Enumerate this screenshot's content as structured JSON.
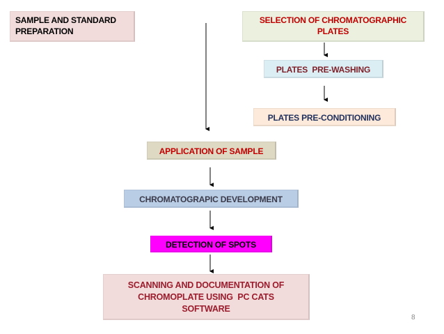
{
  "boxes": {
    "sample_prep": {
      "lines": [
        "SAMPLE AND STANDARD",
        "PREPARATION"
      ],
      "bg": "#f2dcdb",
      "fg": "#000000"
    },
    "plate_selection": {
      "lines": [
        "SELECTION OF CHROMATOGRAPHIC",
        "PLATES"
      ],
      "bg": "#ebf1de",
      "fg": "#c00000"
    },
    "prewashing": {
      "lines": [
        "PLATES  PRE-WASHING"
      ],
      "bg": "#dbeef4",
      "fg": "#7f1f28"
    },
    "preconditioning": {
      "lines": [
        "PLATES PRE-CONDITIONING"
      ],
      "bg": "#fdeada",
      "fg": "#1f2f5c"
    },
    "application": {
      "lines": [
        "APPLICATION OF SAMPLE"
      ],
      "bg": "#ddd9c3",
      "fg": "#c00000"
    },
    "development": {
      "lines": [
        "CHROMATOGRAPIC DEVELOPMENT"
      ],
      "bg": "#b9cde5",
      "fg": "#3a3a4a"
    },
    "detection": {
      "lines": [
        "DETECTION OF SPOTS"
      ],
      "bg": "#ff00ff",
      "fg": "#000000"
    },
    "scanning": {
      "lines": [
        "SCANNING AND DOCUMENTATION OF",
        "CHROMOPLATE USING  PC CATS",
        "SOFTWARE"
      ],
      "bg": "#f2dcdb",
      "fg": "#9b1c2c"
    }
  },
  "page_number": "8",
  "arrow_color": "#000000"
}
